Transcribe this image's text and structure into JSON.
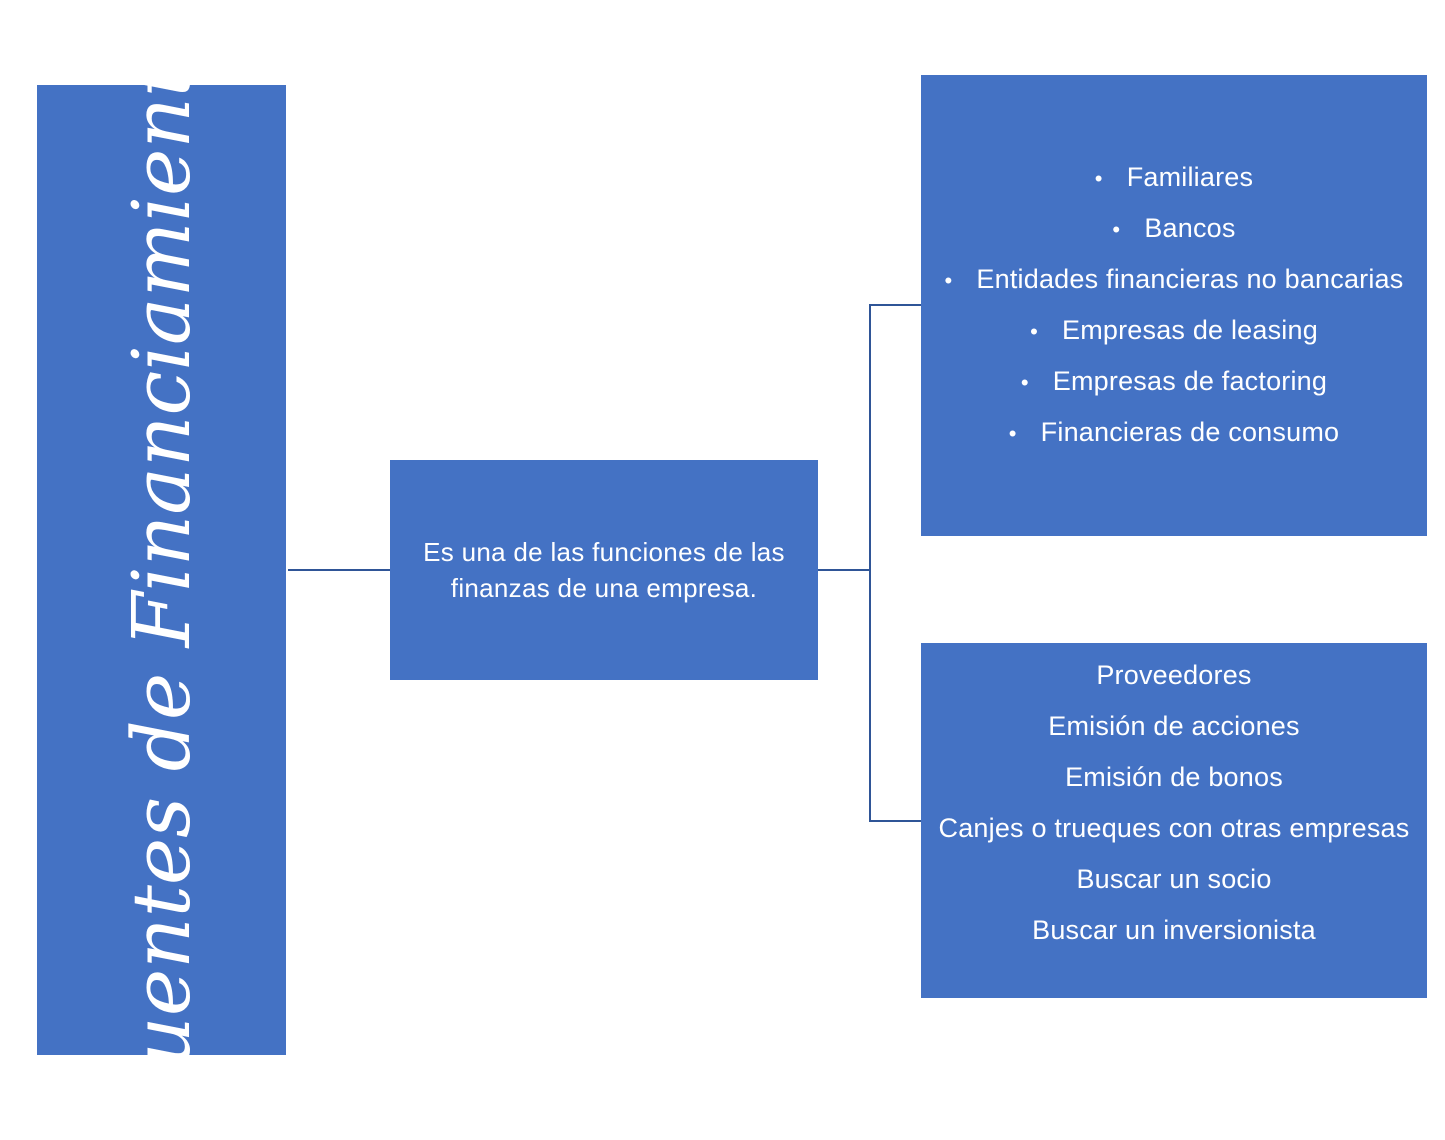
{
  "diagram": {
    "title": "Fuentes de Financiamiento",
    "definition": "Es una de las funciones de las finanzas de una empresa.",
    "formal_sources": [
      "Familiares",
      "Bancos",
      "Entidades financieras no bancarias",
      "Empresas de leasing",
      "Empresas de factoring",
      "Financieras de consumo"
    ],
    "bullet_symbol": "•",
    "other_sources": [
      "Proveedores",
      "Emisión de acciones",
      "Emisión de bonos",
      "Canjes o trueques con otras empresas",
      "Buscar un socio",
      "Buscar un inversionista"
    ],
    "colors": {
      "box_fill": "#4472c4",
      "connector": "#2f5597",
      "text": "#ffffff"
    }
  }
}
